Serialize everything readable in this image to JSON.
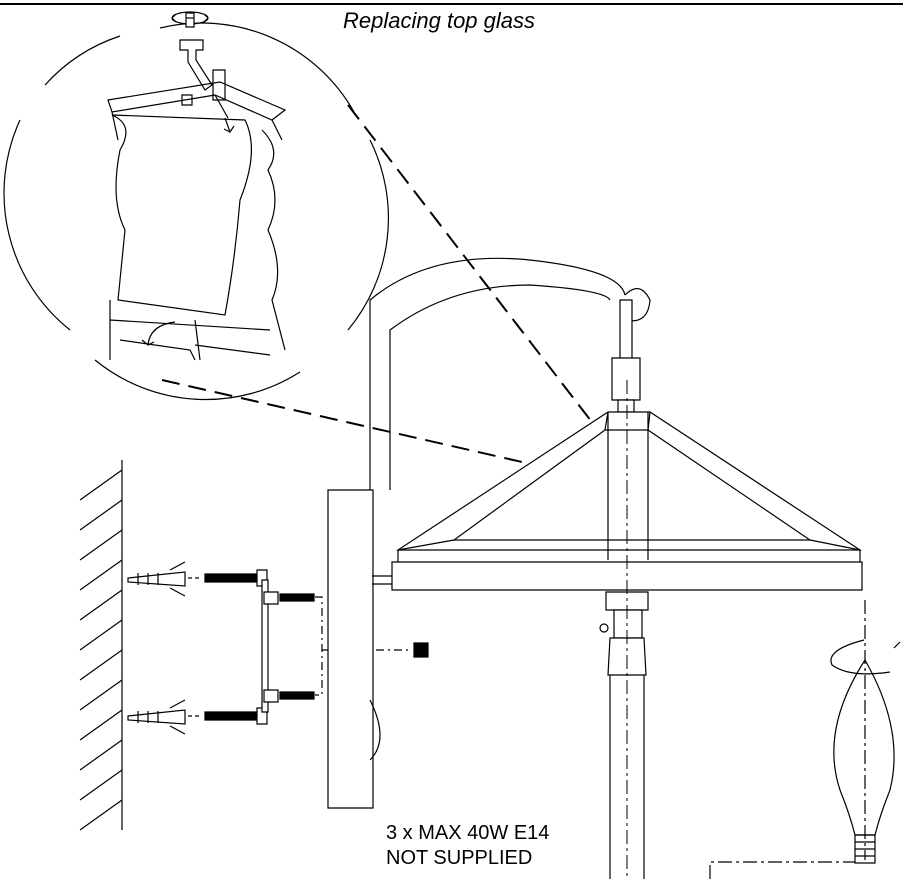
{
  "diagram": {
    "title": "Replacing top glass",
    "bulb_spec_line1": "3 x MAX 40W E14",
    "bulb_spec_line2": "NOT SUPPLIED"
  },
  "colors": {
    "ink": "#000000",
    "background": "#ffffff"
  }
}
